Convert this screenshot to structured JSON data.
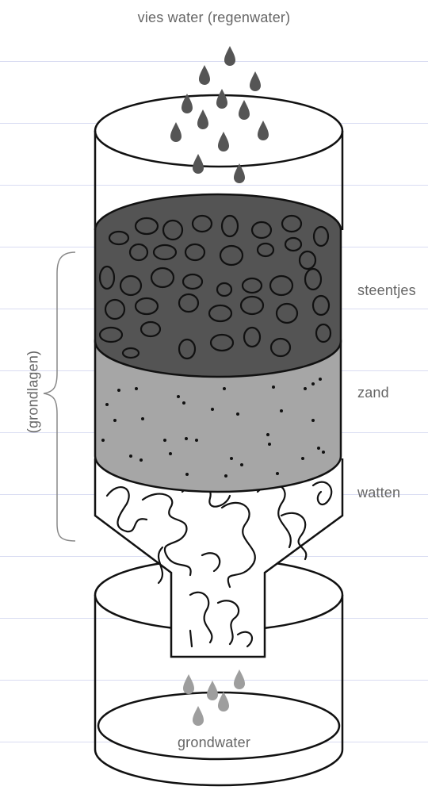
{
  "title": "vies water (regenwater)",
  "labels": {
    "stones": "steentjes",
    "sand": "zand",
    "cotton": "watten",
    "groundwater": "grondwater",
    "soil_layers": "(grondlagen)"
  },
  "colors": {
    "stones_layer": "#545454",
    "sand_layer": "#a6a6a6",
    "dirty_drop": "#555555",
    "clean_drop": "#9e9e9e",
    "outline": "#111111",
    "ruled_line": "#d9dcf2",
    "label_text": "#666666"
  }
}
